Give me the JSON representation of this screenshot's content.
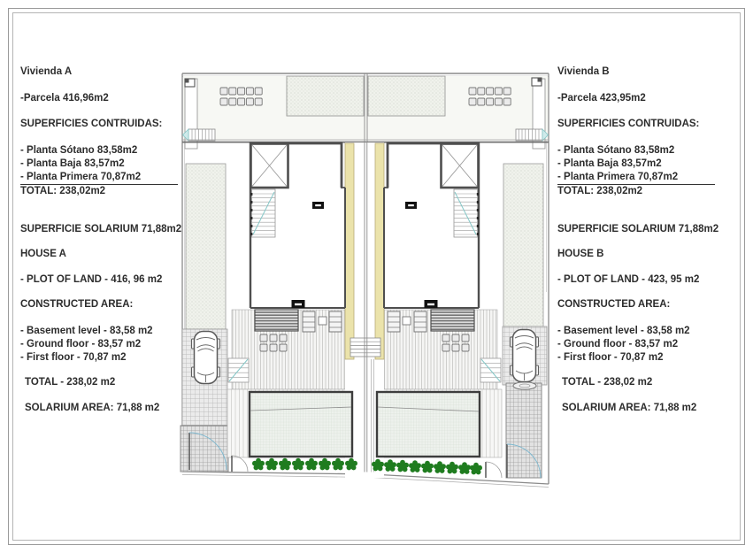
{
  "page": {
    "background": "#ffffff",
    "border_color": "#9a9a9a",
    "type_label": "Semi-detached villas site plan"
  },
  "left_panel": {
    "lines": [
      "Vivienda A",
      "-Parcela 416,96m2",
      "SUPERFICIES CONTRUIDAS:",
      "- Planta Sótano 83,58m2",
      "- Planta Baja 83,57m2",
      "- Planta Primera 70,87m2",
      "TOTAL: 238,02m2",
      "SUPERFICIE SOLARIUM 71,88m2",
      "HOUSE A",
      "- PLOT OF LAND - 416, 96 m2",
      "CONSTRUCTED AREA:",
      "- Basement level - 83,58 m2",
      "- Ground floor - 83,57 m2",
      "- First floor - 70,87 m2",
      "TOTAL - 238,02 m2",
      "SOLARIUM AREA: 71,88 m2"
    ]
  },
  "right_panel": {
    "lines": [
      "Vivienda B",
      "-Parcela 423,95m2",
      "SUPERFICIES CONTRUIDAS:",
      "- Planta Sótano 83,58m2",
      "- Planta Baja 83,57m2",
      "- Planta Primera 70,87m2",
      "TOTAL: 238,02m2",
      "SUPERFICIE SOLARIUM 71,88m2",
      "HOUSE B",
      "- PLOT OF LAND - 423, 95 m2",
      "CONSTRUCTED AREA:",
      "- Basement level - 83,58 m2",
      "- Ground floor - 83,57 m2",
      "- First floor - 70,87 m2",
      "TOTAL - 238,02 m2",
      "SOLARIUM AREA: 71,88 m2"
    ]
  },
  "plan": {
    "colors": {
      "plant_green": "#1f7c1f",
      "deck_wood_yellow": "#ebe3ab",
      "stair_teal": "#85c7c7",
      "door_arc_blue": "#7fb9d0",
      "wall_dark": "#4f4f4f",
      "boundary_gray": "#8a8a8a"
    }
  }
}
